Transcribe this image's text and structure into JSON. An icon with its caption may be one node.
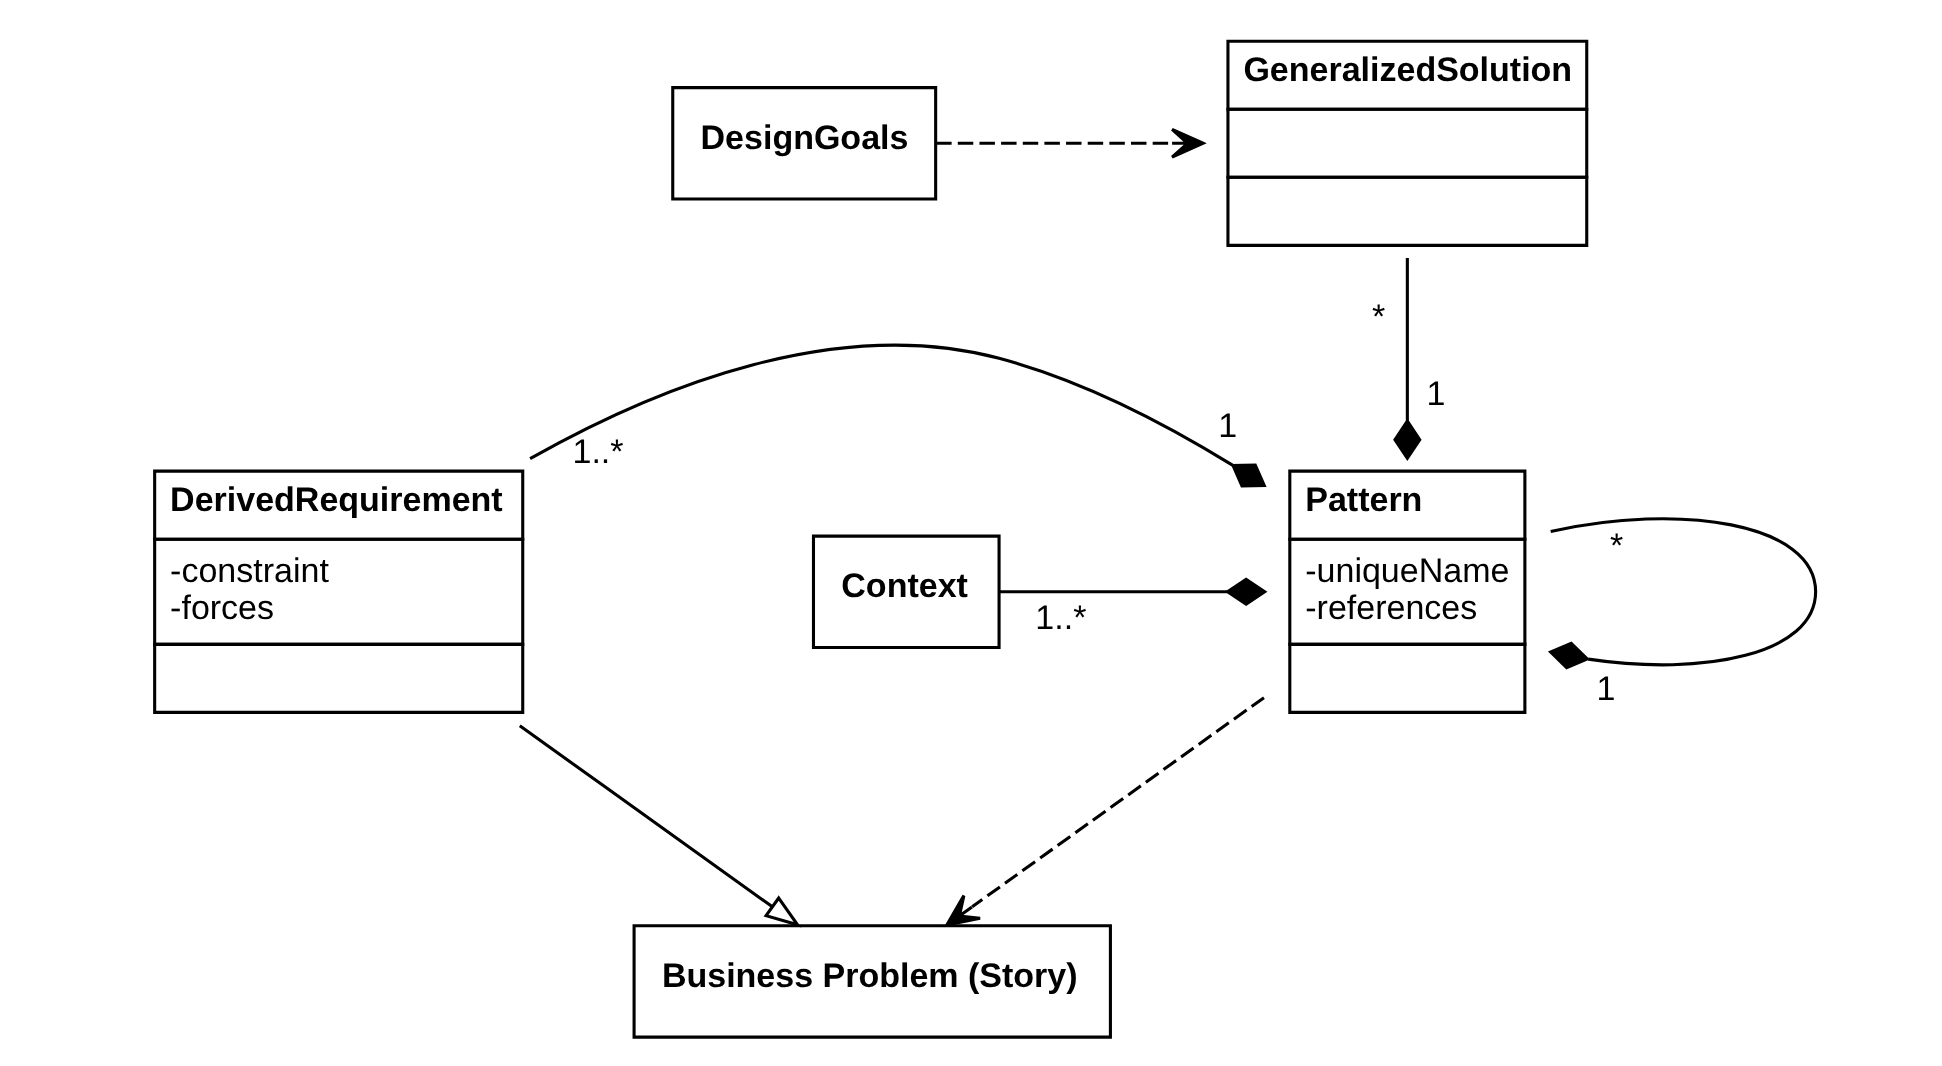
{
  "diagram": {
    "nodes": [
      {
        "text": [
          "Business Problem (Story)"
        ]
      },
      {
        "text": [
          "DerivedRequirement",
          "-constraint",
          "-forces"
        ]
      },
      {
        "text": [
          "Pattern",
          "-uniqueName",
          "-references"
        ]
      },
      {
        "text": [
          "Context"
        ]
      },
      {
        "text": [
          "GeneralizedSolution"
        ]
      },
      {
        "text": [
          "DesignGoals"
        ]
      }
    ],
    "edges": [
      {
        "from": 1,
        "to": 0,
        "arrow": "to"
      },
      {
        "from": 2,
        "to": 0,
        "arrow": "to",
        "style": "dashed"
      },
      {
        "from": 1,
        "to": 2,
        "arrow": "other"
      },
      {
        "from": 3,
        "to": 2,
        "arrow": "other"
      },
      {
        "from": 2,
        "to": 2,
        "arrow": "other"
      },
      {
        "from": 4,
        "to": 2,
        "arrow": "other"
      },
      {
        "from": 5,
        "to": 4,
        "arrow": "to",
        "style": "dashed"
      }
    ],
    "labels": [
      "1..*",
      "1",
      "1",
      "1..*",
      "*",
      "1",
      "*"
    ]
  }
}
